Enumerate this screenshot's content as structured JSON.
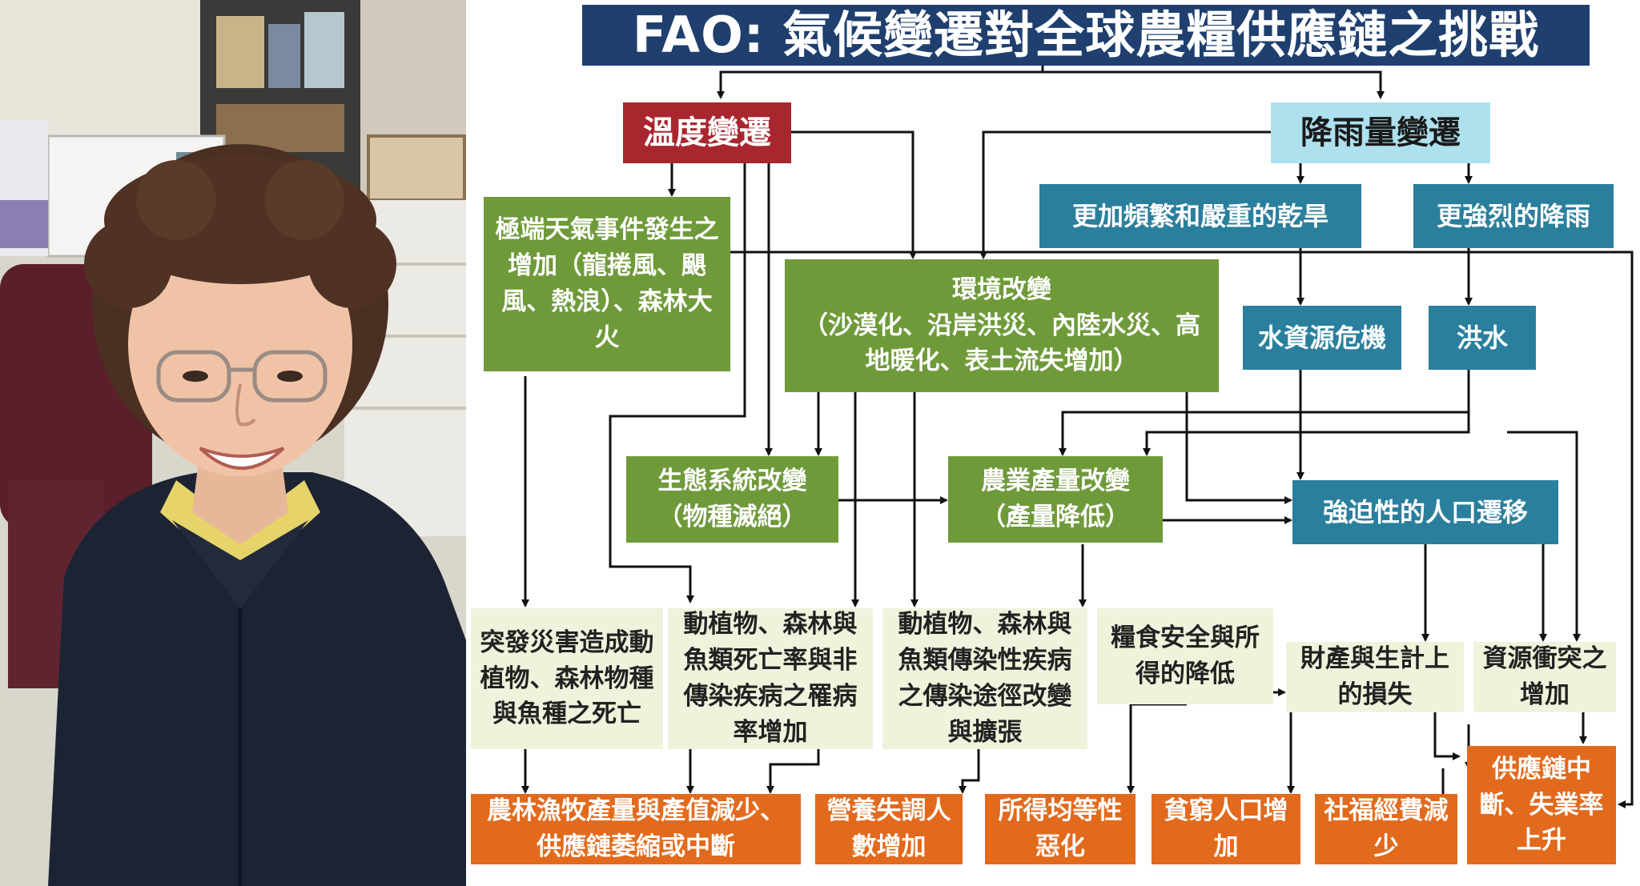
{
  "photo": {
    "description_icon": "portrait-photo"
  },
  "diagram": {
    "title": "FAO: 氣候變遷對全球農糧供應鏈之挑戰",
    "colors": {
      "title_bg": "#1f3f6e",
      "red": "#a8262d",
      "lightblue": "#aee0ee",
      "blue": "#2a7f9d",
      "green": "#6f9a3a",
      "pale": "#eef4dc",
      "orange": "#e26a1d",
      "arrow": "#111111"
    },
    "boxes": {
      "temp": "溫度變遷",
      "rain": "降雨量變遷",
      "extreme": "極端天氣事件發生之增加（龍捲風、颶風、熱浪）、森林大火",
      "drought": "更加頻繁和嚴重的乾旱",
      "heavy_rain": "更強烈的降雨",
      "env": "環境改變\n（沙漠化、沿岸洪災、內陸水災、高地暖化、表土流失增加）",
      "water": "水資源危機",
      "flood": "洪水",
      "eco": "生態系統改變\n（物種滅絕）",
      "agri": "農業產量改變\n（產量降低）",
      "migration": "強迫性的人口遷移",
      "sudden": "突發災害造成動植物、森林物種與魚種之死亡",
      "mortality": "動植物、森林與魚類死亡率與非傳染疾病之罹病率增加",
      "infectious": "動植物、森林與魚類傳染性疾病之傳染途徑改變與擴張",
      "food_security": "糧食安全與所得的降低",
      "property": "財產與生計上的損失",
      "conflict": "資源衝突之增加",
      "supply_chain": "供應鏈中斷、失業率上升",
      "production": "農林漁牧產量與產值減少、供應鏈萎縮或中斷",
      "nutrition": "營養失調人數增加",
      "income": "所得均等性惡化",
      "poverty": "貧窮人口增加",
      "welfare": "社福經費減少"
    }
  }
}
